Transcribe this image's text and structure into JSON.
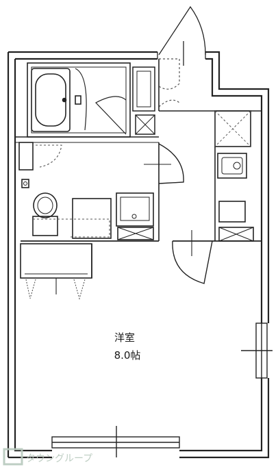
{
  "room": {
    "name": "洋室",
    "size": "8.0帖"
  },
  "watermark": {
    "text": "タウングループ"
  },
  "colors": {
    "wall": "#222222",
    "fixture": "#333333",
    "dash": "#555555",
    "watermark": "#b8c9bd"
  }
}
